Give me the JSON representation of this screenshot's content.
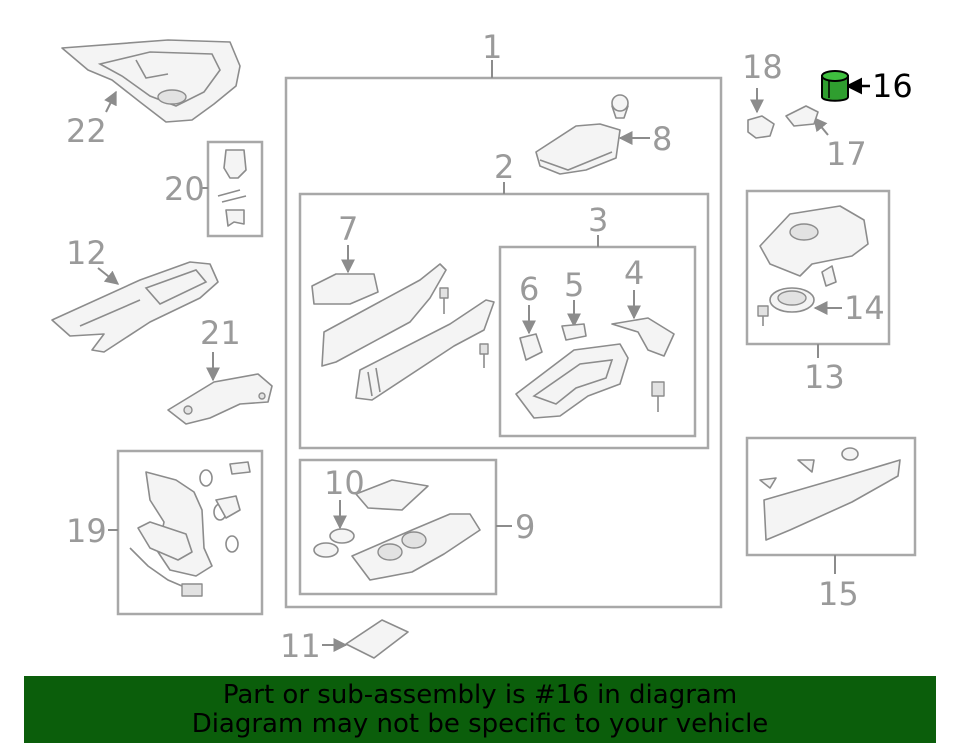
{
  "highlight_color": "#2f9e2f",
  "banner_color": "#0b5e0b",
  "callouts": {
    "c1": "1",
    "c2": "2",
    "c3": "3",
    "c4": "4",
    "c5": "5",
    "c6": "6",
    "c7": "7",
    "c8": "8",
    "c9": "9",
    "c10": "10",
    "c11": "11",
    "c12": "12",
    "c13": "13",
    "c14": "14",
    "c15": "15",
    "c16": "16",
    "c17": "17",
    "c18": "18",
    "c19": "19",
    "c20": "20",
    "c21": "21",
    "c22": "22"
  },
  "banner": {
    "line1": "Part or sub-assembly is #16 in diagram",
    "line2": "Diagram may not be specific to your vehicle"
  }
}
